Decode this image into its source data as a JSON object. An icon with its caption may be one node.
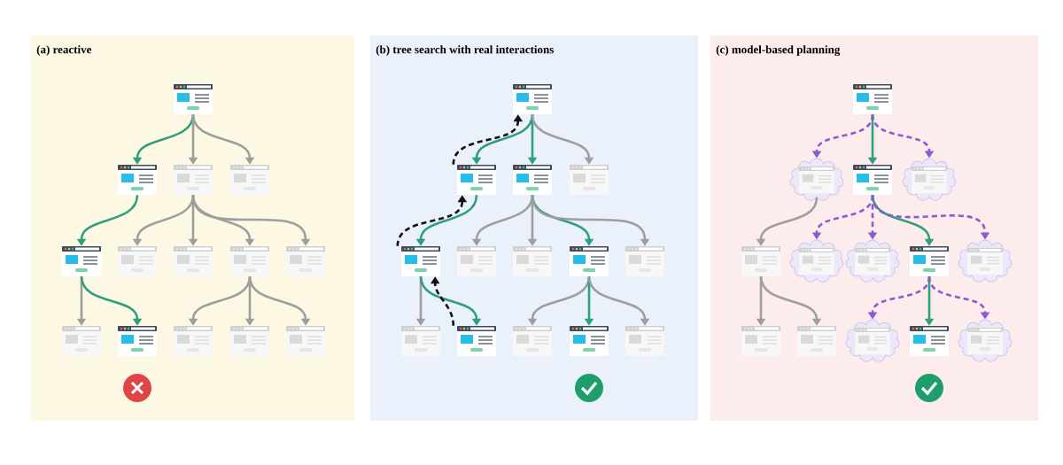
{
  "diagram": {
    "nodes": [
      {
        "text": [
          "(a) reactive"
        ]
      },
      {
        "text": [
          "(b) tree search with real interactions"
        ]
      },
      {
        "text": [
          "(c) model-based planning"
        ]
      },
      {
        "text": [],
        "shape": "picture",
        "in": 0
      },
      {
        "text": [],
        "shape": "picture",
        "in": 0
      },
      {
        "text": [],
        "shape": "picture",
        "in": 0
      },
      {
        "text": [],
        "shape": "picture",
        "in": 0
      },
      {
        "text": [],
        "shape": "picture",
        "in": 0
      },
      {
        "text": [],
        "shape": "picture",
        "in": 0
      },
      {
        "text": [],
        "shape": "picture",
        "in": 0
      },
      {
        "text": [],
        "shape": "picture",
        "in": 0
      },
      {
        "text": [],
        "shape": "picture",
        "in": 0
      },
      {
        "text": [],
        "shape": "picture",
        "in": 0
      },
      {
        "text": [],
        "shape": "picture",
        "in": 0
      },
      {
        "text": [],
        "shape": "picture",
        "in": 0
      },
      {
        "text": [],
        "shape": "picture",
        "in": 0
      },
      {
        "text": [],
        "shape": "picture",
        "in": 0
      },
      {
        "text": [],
        "shape": "picture",
        "in": 1
      },
      {
        "text": [],
        "shape": "picture",
        "in": 1
      },
      {
        "text": [],
        "shape": "picture",
        "in": 1
      },
      {
        "text": [],
        "shape": "picture",
        "in": 1
      },
      {
        "text": [],
        "shape": "picture",
        "in": 1
      },
      {
        "text": [],
        "shape": "picture",
        "in": 1
      },
      {
        "text": [],
        "shape": "picture",
        "in": 1
      },
      {
        "text": [],
        "shape": "picture",
        "in": 1
      },
      {
        "text": [],
        "shape": "picture",
        "in": 1
      },
      {
        "text": [],
        "shape": "picture",
        "in": 1
      },
      {
        "text": [],
        "shape": "picture",
        "in": 1
      },
      {
        "text": [],
        "shape": "picture",
        "in": 1
      },
      {
        "text": [],
        "shape": "picture",
        "in": 1
      },
      {
        "text": [],
        "shape": "picture",
        "in": 1
      },
      {
        "text": [],
        "shape": "picture",
        "in": 2
      },
      {
        "text": [],
        "shape": "cloud",
        "in": 2
      },
      {
        "text": [],
        "shape": "picture",
        "in": 2
      },
      {
        "text": [],
        "shape": "cloud",
        "in": 2
      },
      {
        "text": [],
        "shape": "picture",
        "in": 2
      },
      {
        "text": [],
        "shape": "cloud",
        "in": 2
      },
      {
        "text": [],
        "shape": "cloud",
        "in": 2
      },
      {
        "text": [],
        "shape": "picture",
        "in": 2
      },
      {
        "text": [],
        "shape": "cloud",
        "in": 2
      },
      {
        "text": [],
        "shape": "picture",
        "in": 2
      },
      {
        "text": [],
        "shape": "picture",
        "in": 2
      },
      {
        "text": [],
        "shape": "cloud",
        "in": 2
      },
      {
        "text": [],
        "shape": "picture",
        "in": 2
      },
      {
        "text": [],
        "shape": "cloud",
        "in": 2
      }
    ],
    "edges": [
      {
        "from": 3,
        "to": 4,
        "arrow": "to",
        "color": "#2e9e7f"
      },
      {
        "from": 3,
        "to": 5,
        "arrow": "to"
      },
      {
        "from": 3,
        "to": 6,
        "arrow": "to"
      },
      {
        "from": 4,
        "to": 7,
        "arrow": "to",
        "color": "#2e9e7f"
      },
      {
        "from": 5,
        "to": 8,
        "arrow": "to"
      },
      {
        "from": 5,
        "to": 9,
        "arrow": "to"
      },
      {
        "from": 5,
        "to": 10,
        "arrow": "to"
      },
      {
        "from": 5,
        "to": 11,
        "arrow": "to"
      },
      {
        "from": 7,
        "to": 12,
        "arrow": "to"
      },
      {
        "from": 7,
        "to": 13,
        "arrow": "to",
        "color": "#2e9e7f"
      },
      {
        "from": 10,
        "to": 14,
        "arrow": "to"
      },
      {
        "from": 10,
        "to": 15,
        "arrow": "to"
      },
      {
        "from": 10,
        "to": 16,
        "arrow": "to"
      },
      {
        "from": 17,
        "to": 18,
        "arrow": "to",
        "color": "#2e9e7f"
      },
      {
        "from": 17,
        "to": 19,
        "arrow": "to",
        "color": "#2e9e7f"
      },
      {
        "from": 17,
        "to": 20,
        "arrow": "to"
      },
      {
        "from": 18,
        "to": 21,
        "arrow": "to",
        "color": "#2e9e7f"
      },
      {
        "from": 19,
        "to": 22,
        "arrow": "to"
      },
      {
        "from": 19,
        "to": 23,
        "arrow": "to"
      },
      {
        "from": 19,
        "to": 24,
        "arrow": "to",
        "color": "#2e9e7f"
      },
      {
        "from": 19,
        "to": 25,
        "arrow": "to"
      },
      {
        "from": 21,
        "to": 26,
        "arrow": "to"
      },
      {
        "from": 21,
        "to": 27,
        "arrow": "to",
        "color": "#2e9e7f"
      },
      {
        "from": 24,
        "to": 28,
        "arrow": "to"
      },
      {
        "from": 24,
        "to": 29,
        "arrow": "to",
        "color": "#2e9e7f"
      },
      {
        "from": 24,
        "to": 30,
        "arrow": "to"
      },
      {
        "from": 27,
        "to": 21,
        "arrow": "to",
        "style": "dashed",
        "color": "#111111"
      },
      {
        "from": 21,
        "to": 18,
        "arrow": "to",
        "style": "dashed",
        "color": "#111111"
      },
      {
        "from": 18,
        "to": 17,
        "arrow": "to",
        "style": "dashed",
        "color": "#111111"
      },
      {
        "from": 31,
        "to": 32,
        "arrow": "to",
        "style": "dashed",
        "color": "#8a5cd0"
      },
      {
        "from": 31,
        "to": 33,
        "arrow": "to",
        "color": "#2e9e7f"
      },
      {
        "from": 31,
        "to": 34,
        "arrow": "to",
        "style": "dashed",
        "color": "#8a5cd0"
      },
      {
        "from": 32,
        "to": 35,
        "arrow": "to"
      },
      {
        "from": 33,
        "to": 36,
        "arrow": "to",
        "style": "dashed",
        "color": "#8a5cd0"
      },
      {
        "from": 33,
        "to": 37,
        "arrow": "to",
        "style": "dashed",
        "color": "#8a5cd0"
      },
      {
        "from": 33,
        "to": 38,
        "arrow": "to",
        "color": "#2e9e7f"
      },
      {
        "from": 33,
        "to": 39,
        "arrow": "to",
        "style": "dashed",
        "color": "#8a5cd0"
      },
      {
        "from": 35,
        "to": 40,
        "arrow": "to"
      },
      {
        "from": 35,
        "to": 41,
        "arrow": "to"
      },
      {
        "from": 38,
        "to": 42,
        "arrow": "to",
        "style": "dashed",
        "color": "#8a5cd0"
      },
      {
        "from": 38,
        "to": 43,
        "arrow": "to",
        "color": "#2e9e7f"
      },
      {
        "from": 38,
        "to": 44,
        "arrow": "to",
        "style": "dashed",
        "color": "#8a5cd0"
      }
    ]
  }
}
